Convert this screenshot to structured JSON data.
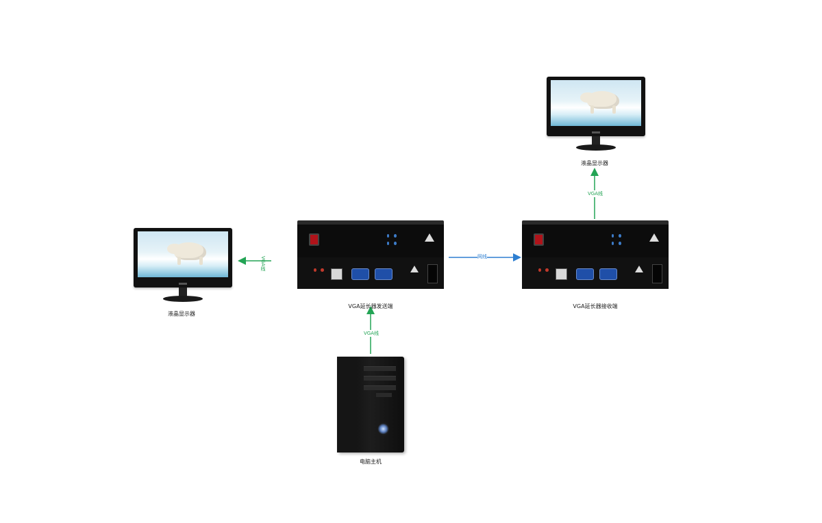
{
  "nodes": {
    "sender_label": "VGA延长器发送端",
    "receiver_label": "VGA延长器接收端",
    "left_monitor_label": "液晶显示器",
    "top_monitor_label": "液晶显示器",
    "pc_label": "电脑主机"
  },
  "connections": {
    "sender_to_left_monitor": "VGA线",
    "pc_to_sender": "VGA线",
    "sender_to_receiver": "网线",
    "receiver_to_top_monitor": "VGA线"
  },
  "colors": {
    "vga_line": "#23a455",
    "network_line": "#2e7fd1"
  }
}
